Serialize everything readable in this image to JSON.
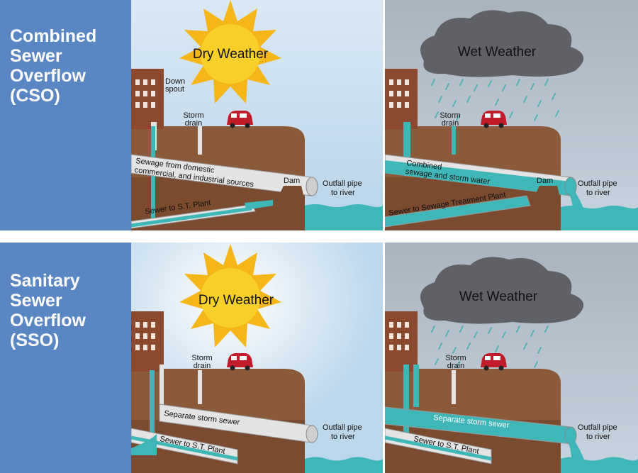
{
  "rows": [
    {
      "label_lines": [
        "Combined",
        "Sewer",
        "Overflow",
        "(CSO)"
      ],
      "dry": {
        "weather": "Dry Weather",
        "downspout": [
          "Down",
          "spout"
        ],
        "storm_drain": [
          "Storm",
          "drain"
        ],
        "pipe_text": [
          "Sewage from domestic",
          "commercial, and industrial sources"
        ],
        "dam": "Dam",
        "outfall": [
          "Outfall pipe",
          "to river"
        ],
        "plant": "Sewer to S.T. Plant"
      },
      "wet": {
        "weather": "Wet Weather",
        "storm_drain": [
          "Storm",
          "drain"
        ],
        "pipe_text": [
          "Combined",
          "sewage and storm water"
        ],
        "dam": "Dam",
        "outfall": [
          "Outfall pipe",
          "to river"
        ],
        "plant": "Sewer to Sewage Treatment Plant"
      }
    },
    {
      "label_lines": [
        "Sanitary",
        "Sewer",
        "Overflow",
        "(SSO)"
      ],
      "dry": {
        "weather": "Dry Weather",
        "storm_drain": [
          "Storm",
          "drain"
        ],
        "pipe_text": "Separate storm sewer",
        "outfall": [
          "Outfall pipe",
          "to river"
        ],
        "plant": "Sewer to S.T. Plant"
      },
      "wet": {
        "weather": "Wet Weather",
        "storm_drain": [
          "Storm",
          "drain"
        ],
        "pipe_text": "Separate storm sewer",
        "outfall": [
          "Outfall pipe",
          "to river"
        ],
        "plant": "Sewer to S.T. Plant"
      }
    }
  ],
  "colors": {
    "label_bg": "#5b86c4",
    "sky": "#c6dced",
    "ground": "#8a5a3a",
    "water": "#3fb6b8",
    "pipe": "#e4e4e4",
    "building": "#8b4a30",
    "car": "#c21b2a",
    "sun": "#f7c41a",
    "cloud": "#5f6166"
  }
}
